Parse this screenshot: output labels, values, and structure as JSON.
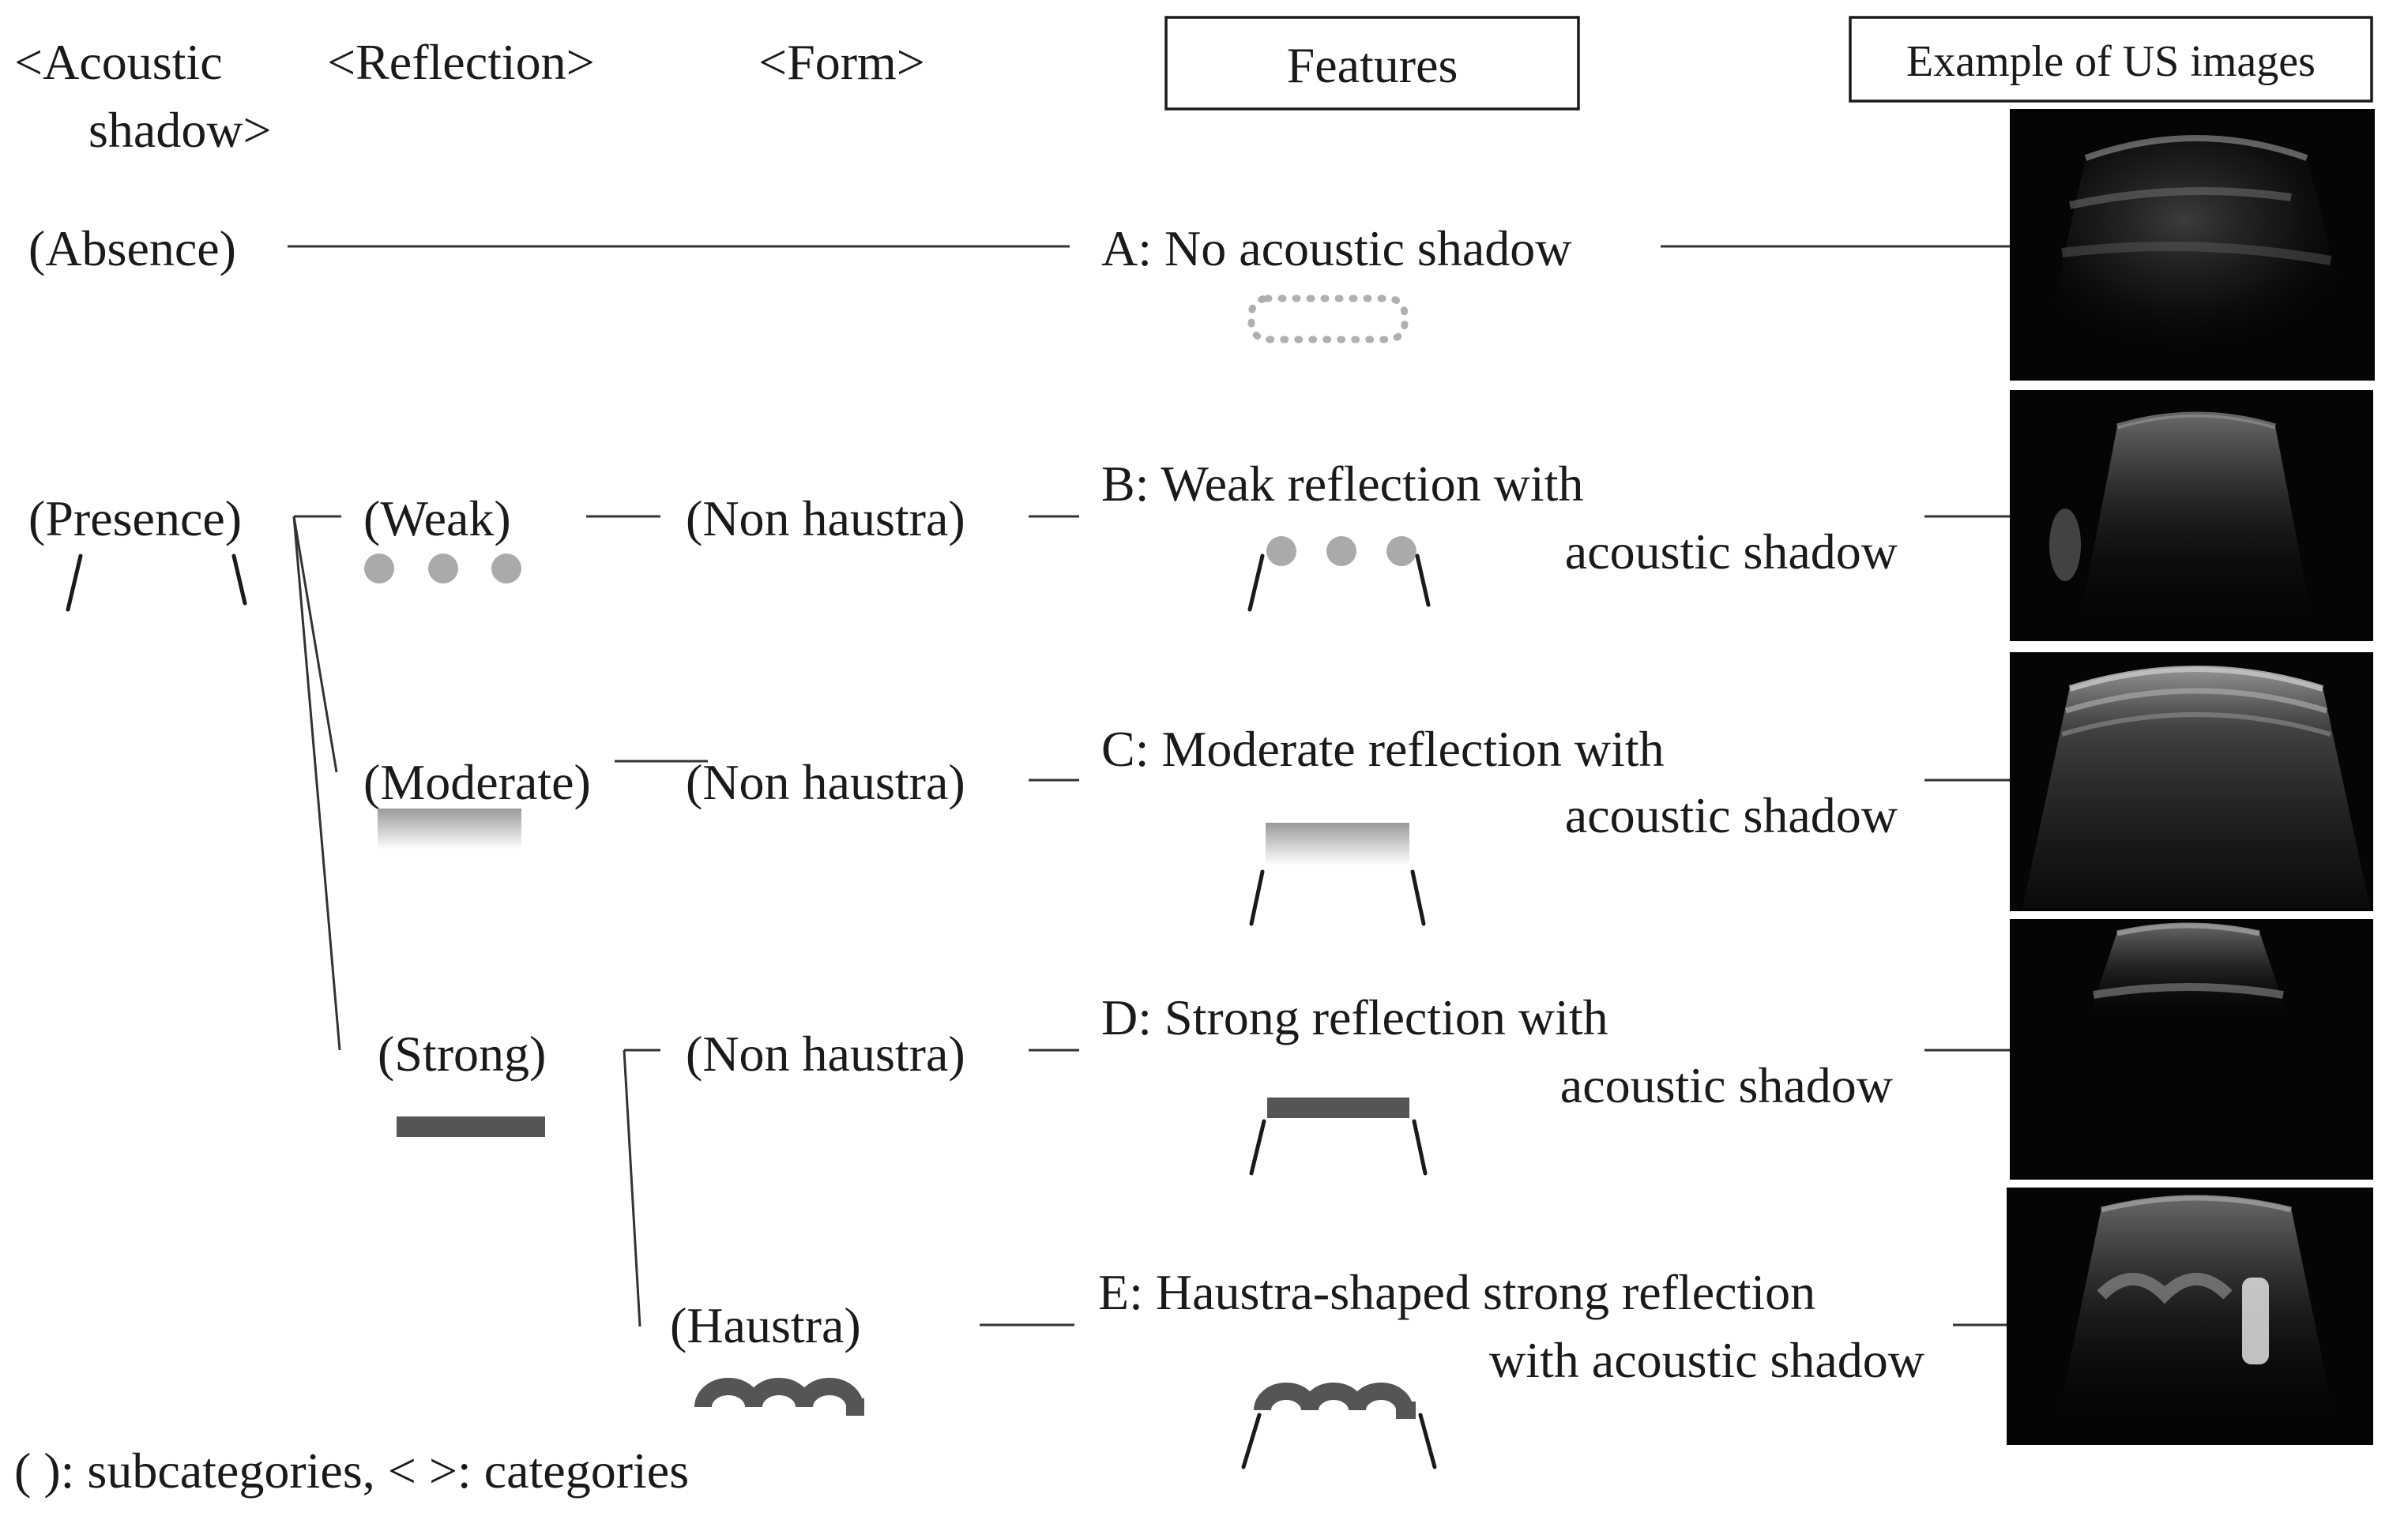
{
  "headers": {
    "acoustic_shadow_line1": "<Acoustic",
    "acoustic_shadow_line2": "shadow>",
    "reflection": "<Reflection>",
    "form": "<Form>",
    "features": "Features",
    "examples": "Example of US images"
  },
  "shadow": {
    "absence": "(Absence)",
    "presence": "(Presence)"
  },
  "reflection": {
    "weak": "(Weak)",
    "moderate": "(Moderate)",
    "strong": "(Strong)"
  },
  "form": {
    "non_haustra_weak": "(Non haustra)",
    "non_haustra_moderate": "(Non haustra)",
    "non_haustra_strong": "(Non haustra)",
    "haustra": "(Haustra)"
  },
  "features": {
    "a": {
      "line1": "A: No acoustic shadow"
    },
    "b": {
      "line1": "B: Weak reflection with",
      "line2": "acoustic shadow"
    },
    "c": {
      "line1": "C: Moderate reflection with",
      "line2": "acoustic shadow"
    },
    "d": {
      "line1": "D: Strong reflection with",
      "line2": "acoustic shadow"
    },
    "e": {
      "line1": "E: Haustra-shaped strong  reflection",
      "line2": "with  acoustic shadow"
    }
  },
  "legend": "(  ): subcategories, <  >: categories",
  "colors": {
    "text": "#1a1a1a",
    "weak_marker": "#aaaaaa",
    "strong_marker": "#555555",
    "ultrasound_background": "#050505"
  }
}
